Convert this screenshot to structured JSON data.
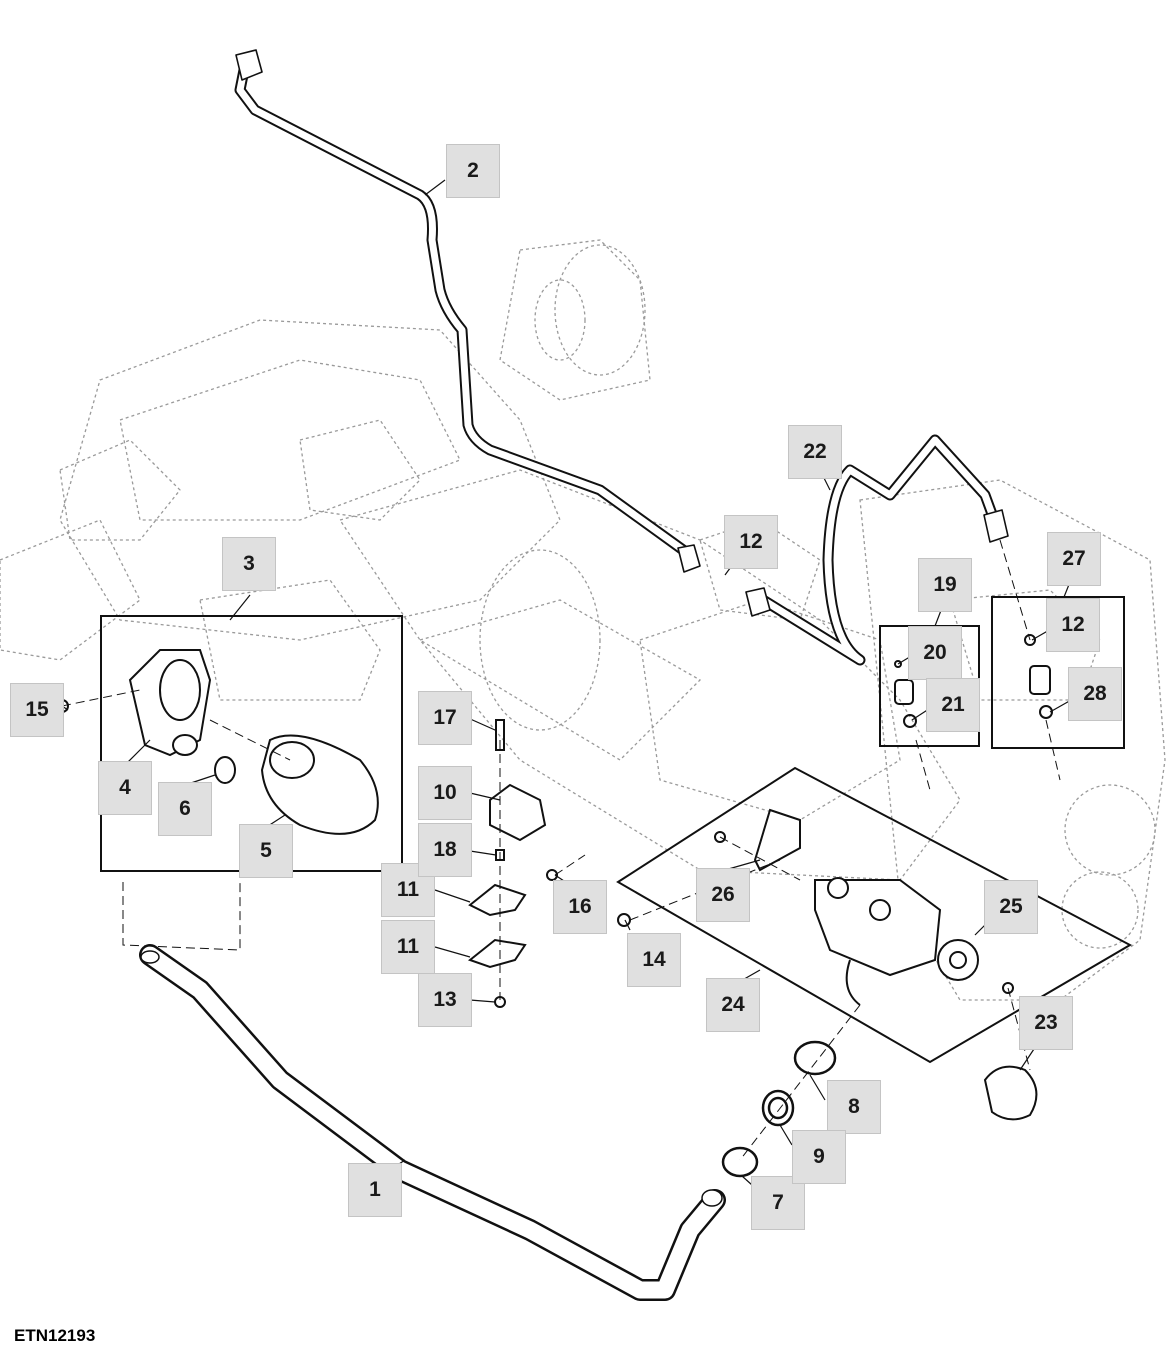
{
  "figure_id": "ETN12193",
  "callouts": [
    "1",
    "2",
    "3",
    "4",
    "5",
    "6",
    "7",
    "8",
    "9",
    "10",
    "11",
    "11",
    "12",
    "12",
    "13",
    "14",
    "15",
    "16",
    "17",
    "18",
    "19",
    "20",
    "21",
    "22",
    "23",
    "24",
    "25",
    "26",
    "27",
    "28"
  ],
  "colors": {
    "callout_fill": "#e0e0e0",
    "line": "#111111",
    "ghost": "#9a9a9a"
  }
}
